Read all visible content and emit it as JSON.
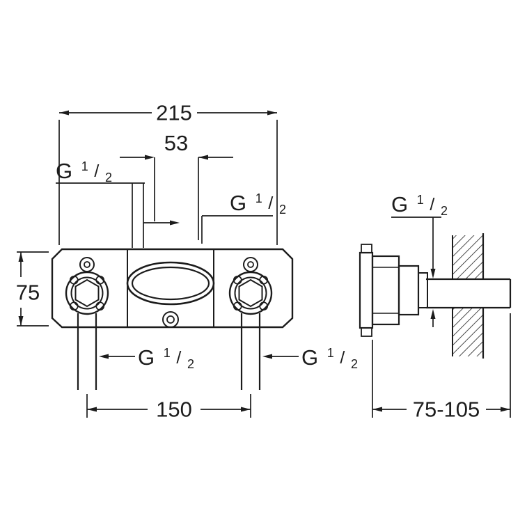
{
  "colors": {
    "background": "#ffffff",
    "line": "#1c1c1c"
  },
  "thread_label": {
    "base": "G",
    "numerator": "1",
    "slash": "/",
    "denominator": "2"
  },
  "front_view": {
    "dim_overall_width": "215",
    "dim_center_offset": "53",
    "dim_body_height": "75",
    "dim_inlet_spacing": "150"
  },
  "side_view": {
    "dim_install_depth_range": "75-105"
  }
}
